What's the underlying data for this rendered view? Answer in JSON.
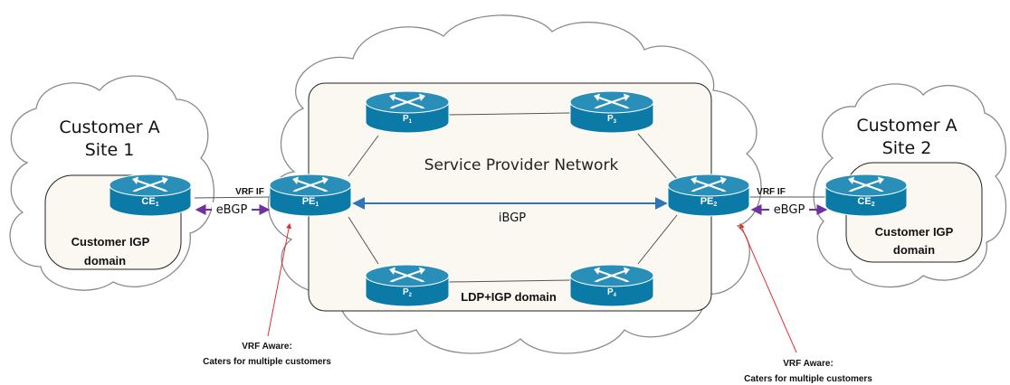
{
  "colors": {
    "router_top": "#2a8fb8",
    "router_body": "#0b7aa6",
    "cloud_stroke": "#7f7f7f",
    "domain_fill": "#fbf8f2",
    "ibgp_arrow": "#2e75b6",
    "ebgp_arrow": "#7030a0",
    "annotation_arrow": "#e03030",
    "link": "#555555"
  },
  "site1": {
    "title_line1": "Customer A",
    "title_line2": "Site 1",
    "domain_line1": "Customer IGP",
    "domain_line2": "domain"
  },
  "site2": {
    "title_line1": "Customer A",
    "title_line2": "Site 2",
    "domain_line1": "Customer IGP",
    "domain_line2": "domain"
  },
  "provider": {
    "title": "Service Provider Network",
    "core_label": "LDP+IGP domain"
  },
  "routers": {
    "ce1": {
      "name": "CE",
      "sub": "1"
    },
    "pe1": {
      "name": "PE",
      "sub": "1"
    },
    "p1": {
      "name": "P",
      "sub": "1"
    },
    "p2": {
      "name": "P",
      "sub": "2"
    },
    "p3": {
      "name": "P",
      "sub": "3"
    },
    "p4": {
      "name": "P",
      "sub": "4"
    },
    "pe2": {
      "name": "PE",
      "sub": "2"
    },
    "ce2": {
      "name": "CE",
      "sub": "2"
    }
  },
  "links": {
    "vrf_if_left": "VRF IF",
    "vrf_if_right": "VRF IF",
    "ebgp_left": "eBGP",
    "ebgp_right": "eBGP",
    "ibgp": "iBGP"
  },
  "annotations": {
    "left_line1": "VRF Aware:",
    "left_line2": "Caters for multiple customers",
    "right_line1": "VRF Aware:",
    "right_line2": "Caters for multiple customers"
  }
}
